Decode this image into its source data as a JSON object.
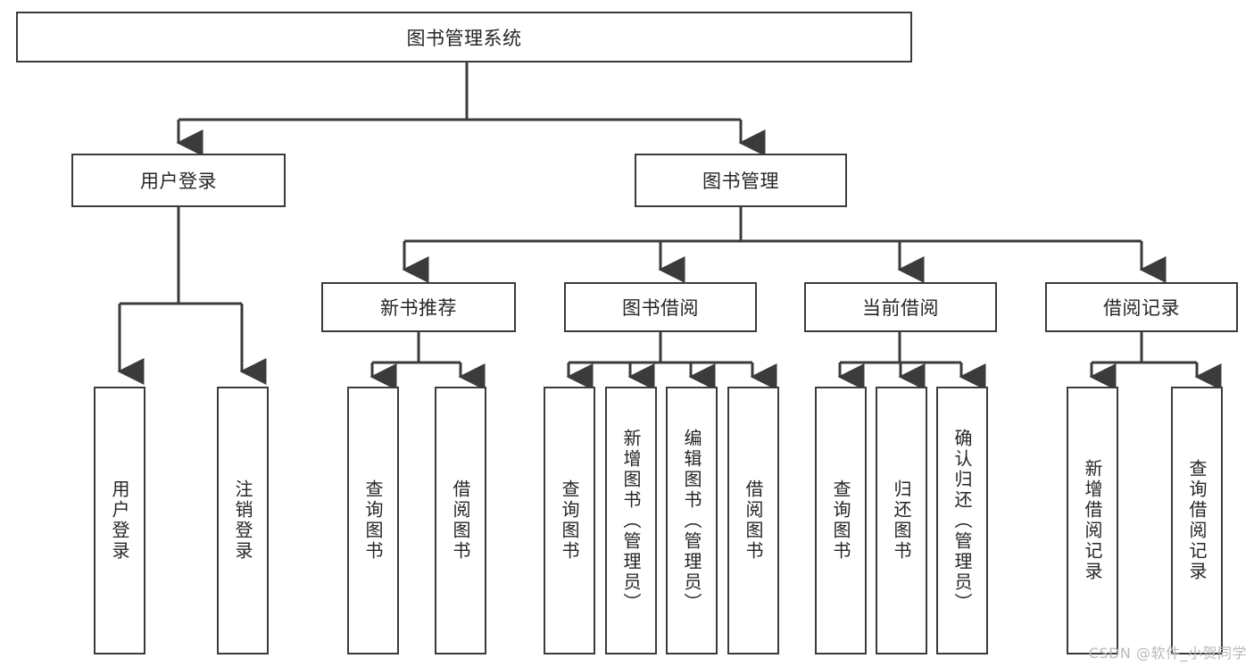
{
  "diagram": {
    "title": "图书管理系统",
    "type": "hierarchy-tree",
    "watermark": "CSDN @软件_小贺同学",
    "colors": {
      "box_border": "#3b3b3b",
      "box_fill": "#ffffff",
      "connector": "#3b3b3b",
      "text": "#262626",
      "watermark": "#b9b9b9"
    },
    "nodes": {
      "root": {
        "label": "图书管理系统"
      },
      "level1": [
        {
          "id": "user-login",
          "label": "用户登录"
        },
        {
          "id": "book-management",
          "label": "图书管理"
        }
      ],
      "level2": [
        {
          "id": "new-book-recommend",
          "label": "新书推荐"
        },
        {
          "id": "book-borrow",
          "label": "图书借阅"
        },
        {
          "id": "current-borrow",
          "label": "当前借阅"
        },
        {
          "id": "borrow-record",
          "label": "借阅记录"
        }
      ],
      "leaves": {
        "user_login": [
          {
            "id": "leaf-user-login",
            "label": "用户登录"
          },
          {
            "id": "leaf-logout-login",
            "label": "注销登录"
          }
        ],
        "new_book_recommend": [
          {
            "id": "leaf-query-book-1",
            "label": "查询图书"
          },
          {
            "id": "leaf-borrow-book-1",
            "label": "借阅图书"
          }
        ],
        "book_borrow": [
          {
            "id": "leaf-query-book-2",
            "label": "查询图书"
          },
          {
            "id": "leaf-add-book",
            "label": "新增图书（管理员）"
          },
          {
            "id": "leaf-edit-book",
            "label": "编辑图书（管理员）"
          },
          {
            "id": "leaf-borrow-book-2",
            "label": "借阅图书"
          }
        ],
        "current_borrow": [
          {
            "id": "leaf-query-book-3",
            "label": "查询图书"
          },
          {
            "id": "leaf-return-book",
            "label": "归还图书"
          },
          {
            "id": "leaf-confirm-return",
            "label": "确认归还（管理员）"
          }
        ],
        "borrow_record": [
          {
            "id": "leaf-add-record",
            "label": "新增借阅记录"
          },
          {
            "id": "leaf-query-record",
            "label": "查询借阅记录"
          }
        ]
      }
    }
  }
}
